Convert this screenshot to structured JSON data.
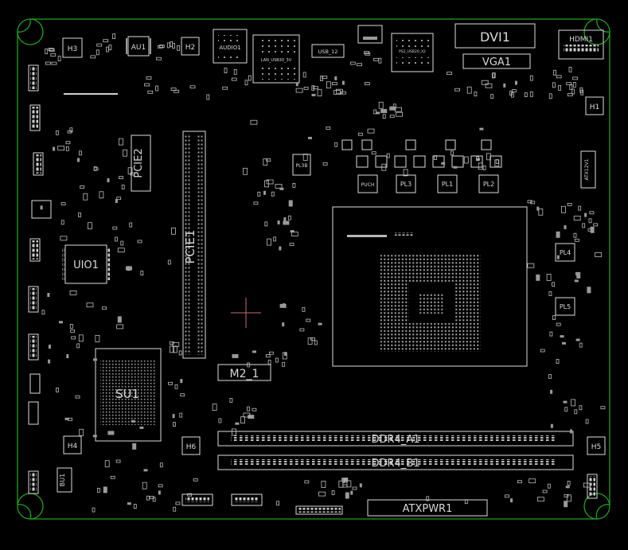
{
  "board": {
    "edge_color": "#1fa31f",
    "outline_color": "#dcdcdc",
    "background": "#000000"
  },
  "components": {
    "h3": "H3",
    "au1": "AU1",
    "h2": "H2",
    "audio1": "AUDIO1",
    "lan": "LAN_USB30_3V",
    "usb": "USB_12",
    "ps2": "PS2_USB20_X2",
    "dvi": "DVI1",
    "vga": "VGA1",
    "hdmi": "HDMI1",
    "h1": "H1",
    "pcie2": "PCIE2",
    "pcie1": "PCIE1",
    "pl3b": "PL3B",
    "pl_a": "PUCH",
    "pl3": "PL3",
    "pl1": "PL1",
    "pl2": "PL2",
    "atx12v": "ATX12V1",
    "pl4": "PL4",
    "pl5": "PL5",
    "uio1": "UIO1",
    "su1": "SU1",
    "m2": "M2_1",
    "ddr_a1": "DDR4_A1",
    "ddr_b1": "DDR4_B1",
    "h4": "H4",
    "h6": "H6",
    "h5": "H5",
    "bu1": "BU1",
    "atxpwr": "ATXPWR1"
  }
}
